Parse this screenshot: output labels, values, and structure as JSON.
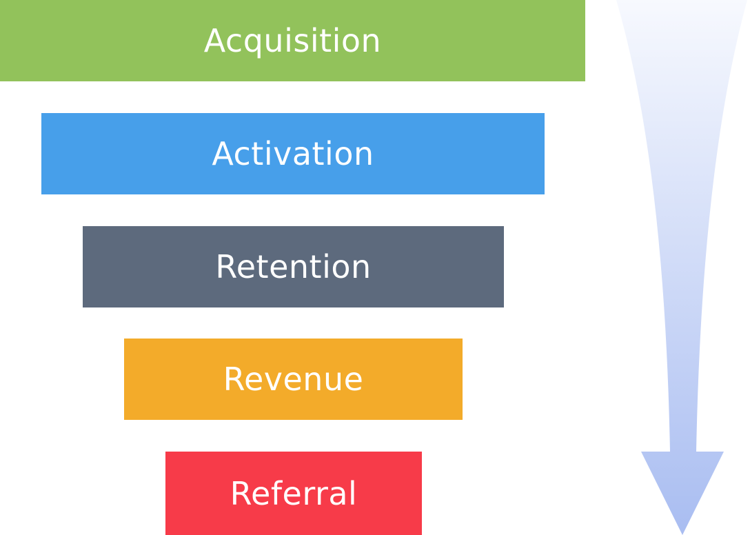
{
  "funnel": {
    "stages": [
      {
        "label": "Acquisition",
        "color": "#92c25b"
      },
      {
        "label": "Activation",
        "color": "#479fea"
      },
      {
        "label": "Retention",
        "color": "#5d6a7d"
      },
      {
        "label": "Revenue",
        "color": "#f3ab2a"
      },
      {
        "label": "Referral",
        "color": "#f73b49"
      }
    ]
  },
  "arrow": {
    "direction": "down",
    "gradient_top_color": "#f7f9fe",
    "gradient_bottom_color": "#a9bdf1"
  }
}
